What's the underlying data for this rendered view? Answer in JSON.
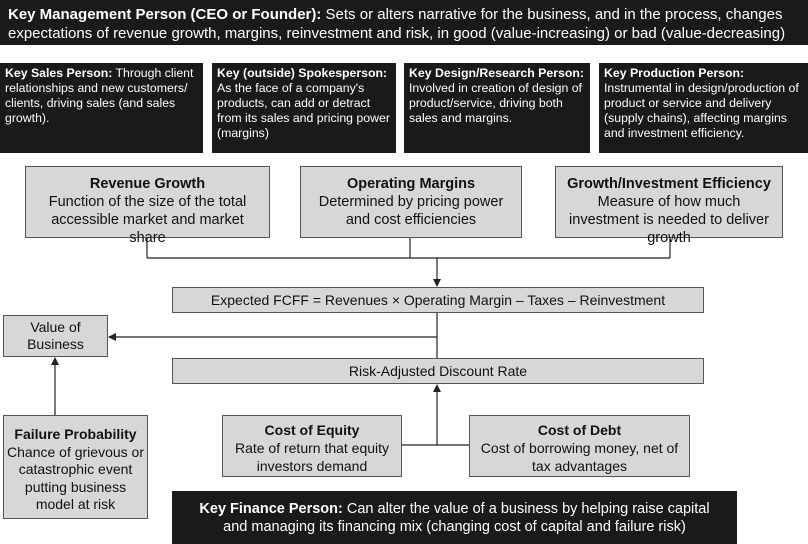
{
  "top": {
    "title": "Key Management Person (CEO or Founder):",
    "text": " Sets or alters narrative for the business, and in the process, changes expectations of revenue growth, margins, reinvestment and risk, in good (value-increasing) or bad (value-decreasing) ways."
  },
  "persons": [
    {
      "title": "Key Sales Person:",
      "text": " Through client relationships and new customers/ clients, driving sales (and sales growth)."
    },
    {
      "title": "Key (outside) Spokesperson:",
      "text": " As the face of a company's products, can add or detract from its sales and pricing power (margins)"
    },
    {
      "title": "Key Design/Research Person:",
      "text": " Involved in creation of design of product/service, driving both sales and margins."
    },
    {
      "title": "Key Production Person:",
      "text": " Instrumental in design/production of product or service and delivery (supply chains), affecting margins and investment efficiency."
    }
  ],
  "drivers": [
    {
      "title": "Revenue Growth",
      "text": "Function of the size of the total accessible market and market share"
    },
    {
      "title": "Operating Margins",
      "text": "Determined by pricing power and cost efficiencies"
    },
    {
      "title": "Growth/Investment Efficiency",
      "text": "Measure of how much investment is needed to deliver growth"
    }
  ],
  "fcff": "Expected FCFF = Revenues × Operating Margin – Taxes – Reinvestment",
  "value": "Value of Business",
  "rate": "Risk-Adjusted Discount Rate",
  "failure": {
    "title": "Failure Probability",
    "text": "Chance of grievous or catastrophic event putting business model at risk"
  },
  "cost_of_equity": {
    "title": "Cost of Equity",
    "text": "Rate of return that equity investors demand"
  },
  "cost_of_debt": {
    "title": "Cost of Debt",
    "text": "Cost of borrowing money, net of tax advantages"
  },
  "finance": {
    "title": "Key Finance Person:",
    "text": " Can alter the value of a business by helping raise capital and managing its financing mix (changing cost of capital and failure risk)"
  }
}
